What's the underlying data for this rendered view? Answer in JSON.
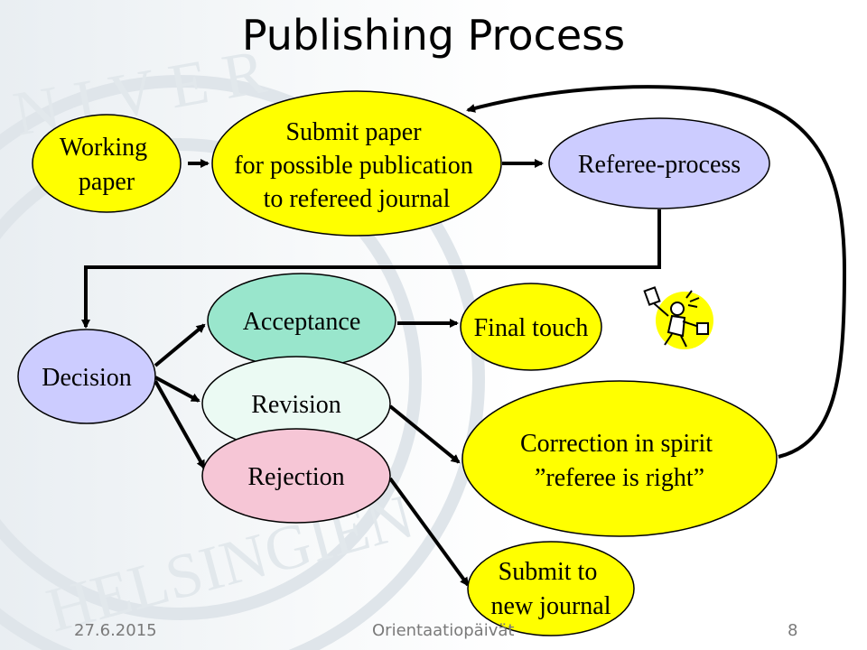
{
  "title": "Publishing Process",
  "colors": {
    "yellow": "#ffff00",
    "lavender": "#ccccff",
    "mint": "#99e6cc",
    "pale_cyan": "#ebfaf3",
    "pink": "#f6c6d6",
    "stroke": "#000000"
  },
  "nodes": {
    "working_paper": [
      "Working",
      "paper"
    ],
    "submit_paper": [
      "Submit paper",
      "for possible publication",
      "to refereed journal"
    ],
    "referee_process": [
      "Referee-process"
    ],
    "decision": [
      "Decision"
    ],
    "acceptance": [
      "Acceptance"
    ],
    "final_touch": [
      "Final touch"
    ],
    "revision": [
      "Revision"
    ],
    "rejection": [
      "Rejection"
    ],
    "correction": [
      "Correction in spirit",
      "”referee is right”"
    ],
    "submit_new": [
      "Submit to",
      "new journal"
    ]
  },
  "clipart": "cheering-person-icon",
  "footer": {
    "date": "27.6.2015",
    "event": "Orientaatiopäivät",
    "page": "8"
  }
}
